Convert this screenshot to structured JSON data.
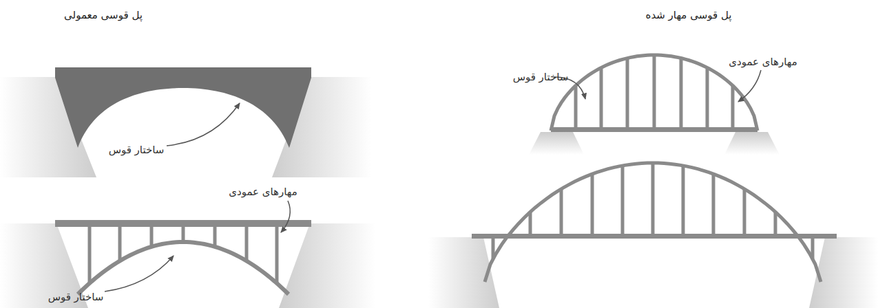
{
  "diagram": {
    "labels": [
      "پل قوسی معمولی",
      "پل قوسی مهار شده",
      "مهارهای عمودی",
      "ساختار قوس",
      "ساختار قوس",
      "مهارهای عمودی",
      "ساختار قوس"
    ]
  }
}
